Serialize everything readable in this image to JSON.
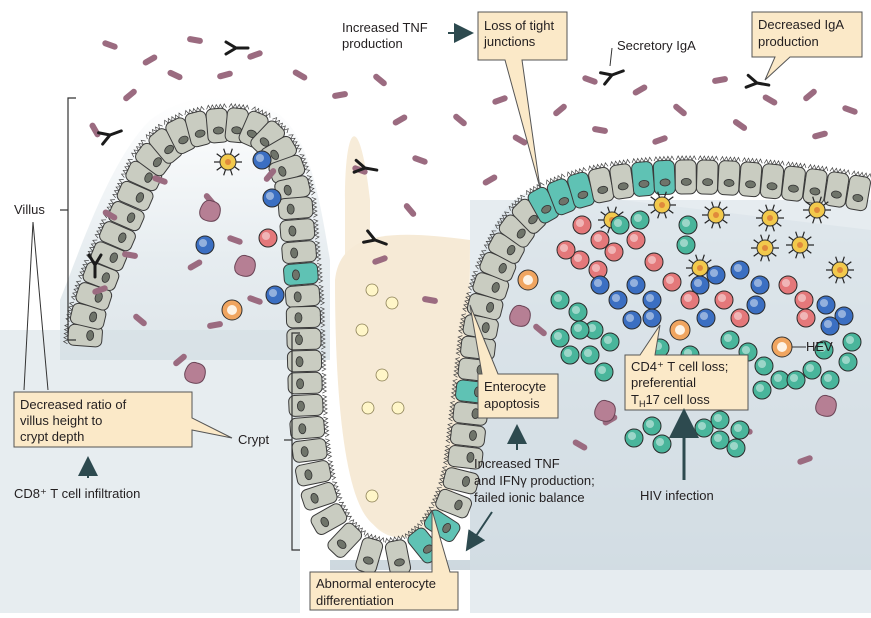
{
  "labels": {
    "villus": "Villus",
    "crypt": "Crypt",
    "secretory_iga": "Secretory IgA",
    "hev": "HEV",
    "increased_tnf": [
      "Increased TNF",
      "production"
    ],
    "increased_tnf_ifn": [
      "Increased TNF",
      "and IFNγ production;",
      "failed ionic balance"
    ],
    "cd8_infiltration": "CD8⁺ T cell infiltration",
    "hiv_infection": "HIV infection"
  },
  "callouts": {
    "loss_tight_junctions": [
      "Loss of tight",
      "junctions"
    ],
    "decreased_iga": [
      "Decreased IgA",
      "production"
    ],
    "decreased_ratio": [
      "Decreased ratio of",
      "villus height to",
      "crypt depth"
    ],
    "enterocyte_apoptosis": [
      "Enterocyte",
      "apoptosis"
    ],
    "cd4_loss": [
      "CD4⁺ T cell loss;",
      "preferential",
      "T",
      "H",
      "17 cell loss"
    ],
    "abnormal_differentiation": [
      "Abnormal enterocyte",
      "differentiation"
    ]
  },
  "colors": {
    "callout_fill": "#fbe9c8",
    "callout_stroke": "#555555",
    "epithelium": "#c9ccc1",
    "epithelium_teal": "#5fc2b4",
    "lumen": "#f7f1e6",
    "lamina": "#d9e2e8",
    "bacteria": "#9b6b80",
    "cell_red": "#e4787a",
    "cell_blue": "#3b6fc2",
    "cell_teal": "#49b59b",
    "arrow": "#2d4a4f"
  }
}
